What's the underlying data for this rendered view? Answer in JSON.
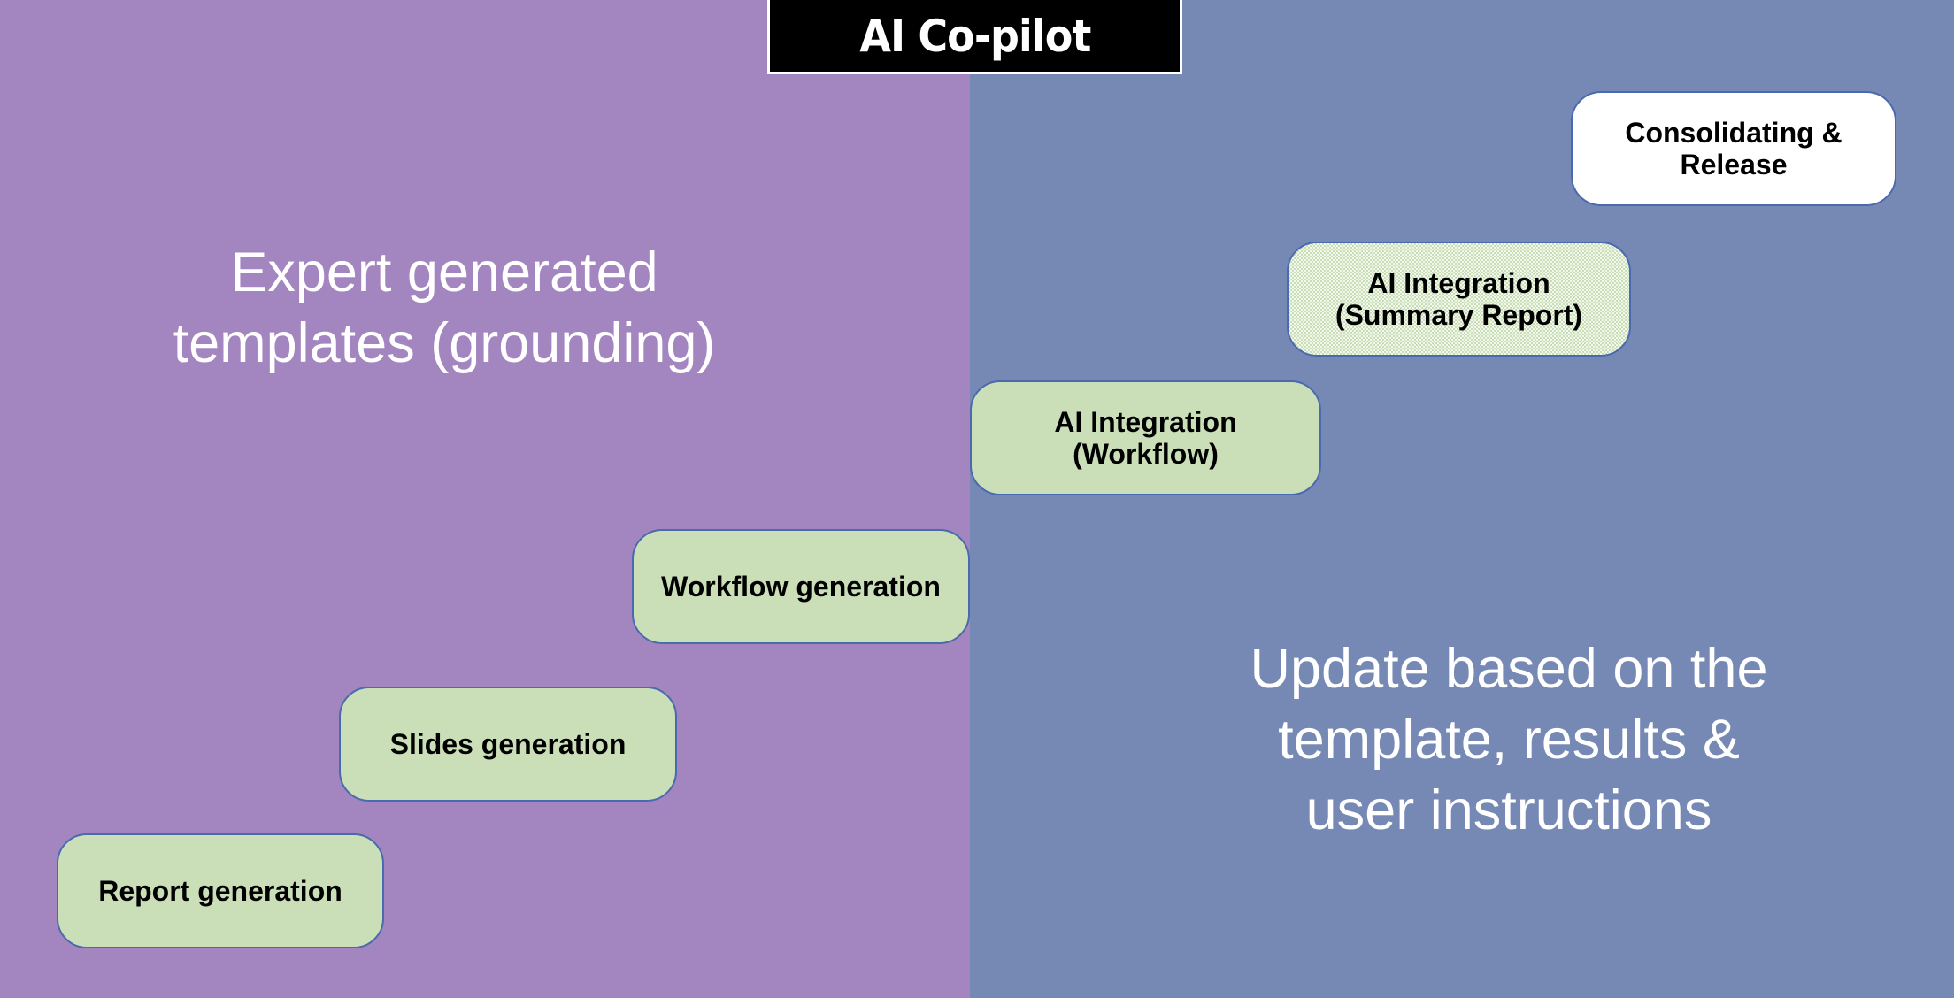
{
  "title": "AI Co-pilot",
  "colors": {
    "left_panel": "#A385C0",
    "right_panel": "#7689B5",
    "step_fill": "#CADFB8",
    "step_border": "#4A6AAE",
    "title_bg": "#000000"
  },
  "left_panel": {
    "heading_lines": [
      "Expert generated",
      "templates (grounding)"
    ]
  },
  "right_panel": {
    "heading_lines": [
      "Update based on the",
      "template, results &",
      "user instructions"
    ]
  },
  "steps": [
    {
      "lines": [
        "Report generation"
      ],
      "style": "solid-green"
    },
    {
      "lines": [
        "Slides generation"
      ],
      "style": "solid-green"
    },
    {
      "lines": [
        "Workflow generation"
      ],
      "style": "solid-green"
    },
    {
      "lines": [
        "AI Integration",
        "(Workflow)"
      ],
      "style": "solid-green"
    },
    {
      "lines": [
        "AI Integration",
        "(Summary Report)"
      ],
      "style": "patterned-green"
    },
    {
      "lines": [
        "Consolidating &",
        "Release"
      ],
      "style": "white"
    }
  ]
}
